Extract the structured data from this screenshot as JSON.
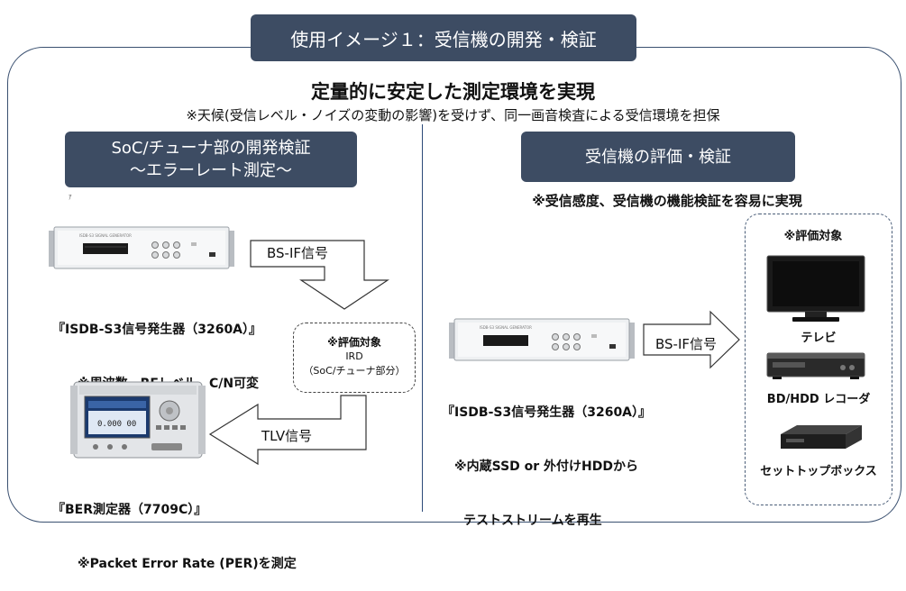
{
  "title": "使用イメージ１：受信機の開発・検証",
  "headline": "定量的に安定した測定環境を実現",
  "subline": "※天候(受信レベル・ノイズの変動の影響)を受けず、同一画音検査による受信環境を担保",
  "left_section": {
    "heading_line1": "SoC/チューナ部の開発検証",
    "heading_line2": "～エラーレート測定～",
    "mark": "ｱ",
    "generator_label_line1": "『ISDB-S3信号発生器（3260A）』",
    "generator_label_line2": "※周波数、RFレベル、C/N可変",
    "arrow_top_label": "BS-IF信号",
    "eval_title": "※評価対象",
    "eval_line1": "IRD",
    "eval_line2": "（SoC/チューナ部分）",
    "arrow_bottom_label": "TLV信号",
    "ber_label_line1": "『BER測定器（7709C）』",
    "ber_label_line2": "※Packet Error Rate (PER)を測定",
    "ber_screen_value": "0.000 00"
  },
  "right_section": {
    "heading": "受信機の評価・検証",
    "note": "※受信感度、受信機の機能検証を容易に実現",
    "generator_label_line1": "『ISDB-S3信号発生器（3260A）』",
    "generator_label_line2": "※内蔵SSD or 外付けHDDから",
    "generator_label_line3": "テストストリームを再生",
    "arrow_label": "BS-IF信号",
    "targets_title": "※評価対象",
    "targets": [
      {
        "label": "テレビ"
      },
      {
        "label": "BD/HDD レコーダ"
      },
      {
        "label": "セットトップボックス"
      }
    ]
  },
  "colors": {
    "heading_box": "#3d4c63",
    "frame_border": "#3a5070",
    "divider": "#2c4a78"
  }
}
